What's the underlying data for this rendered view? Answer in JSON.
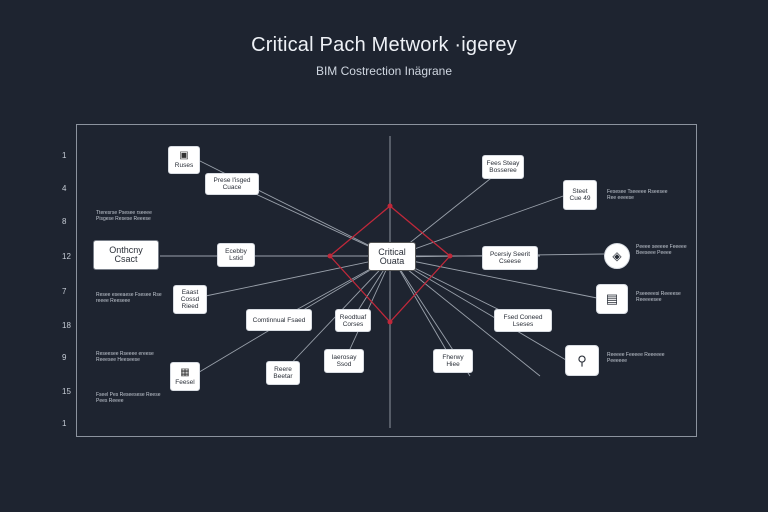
{
  "header": {
    "title": "Critical Pach Metwork ·igerey",
    "subtitle": "BIM Costrection Inägrane"
  },
  "y_axis": {
    "ticks": [
      "1",
      "4",
      "8",
      "12",
      "7",
      "18",
      "9",
      "15",
      "1"
    ]
  },
  "center": {
    "label": "Critical Ouata"
  },
  "nodes": {
    "top_left_icon": "Ruses",
    "procedure": "Prese l'isged Cuace",
    "left_start": "Onthcny Csact",
    "left_mid": "Ecebby Lstid",
    "small_left": "Eaast Cossd Rieed",
    "continual": "Comtinnual Fsaed",
    "bottom_left_icon": "Feesel",
    "bottom_a": "Reere Beetar",
    "bottom_b": "Reodtuaf Corses",
    "bottom_c": "Iaerosay Ssod",
    "bottom_d": "Fherwy Hiee",
    "top_right": "Fees Steay Bosseree",
    "right_icon_a": "Steet Cue 49",
    "right_mid": "Pcersiy Seerit Cseese",
    "right_low": "Fsed Coneed Lseses"
  },
  "notes": {
    "left_1": "Tteresrse Psesee rseeee Pisgese Resese Reeese",
    "left_2": "Resee eseeaese Fsesee Rse reeee Reeseee",
    "left_3": "Reseesee Rseeee ereese Reeesee Heeseese",
    "left_4": "Fseel Pes Reseesese Reese Pees Reeee",
    "right_1": "Fesesee Tseeeee Rseesee Ree eeeese",
    "right_2": "Peeee seeeee Feeeee Beeseee Peeee",
    "right_3": "Pseeeeesi Reeeese Reeeeesee",
    "right_4": "Reeeee Feeeee Reeeeee Peeeeee"
  },
  "colors": {
    "background": "#1e2430",
    "link": "#9aa1ab",
    "critical": "#c0283a",
    "node": "#ffffff"
  },
  "icons": {
    "top_left": "document-icon",
    "bottom_left": "calculator-icon",
    "right_a": "building-icon",
    "right_b": "gauge-icon",
    "right_c": "panel-icon",
    "right_d": "tool-icon"
  }
}
